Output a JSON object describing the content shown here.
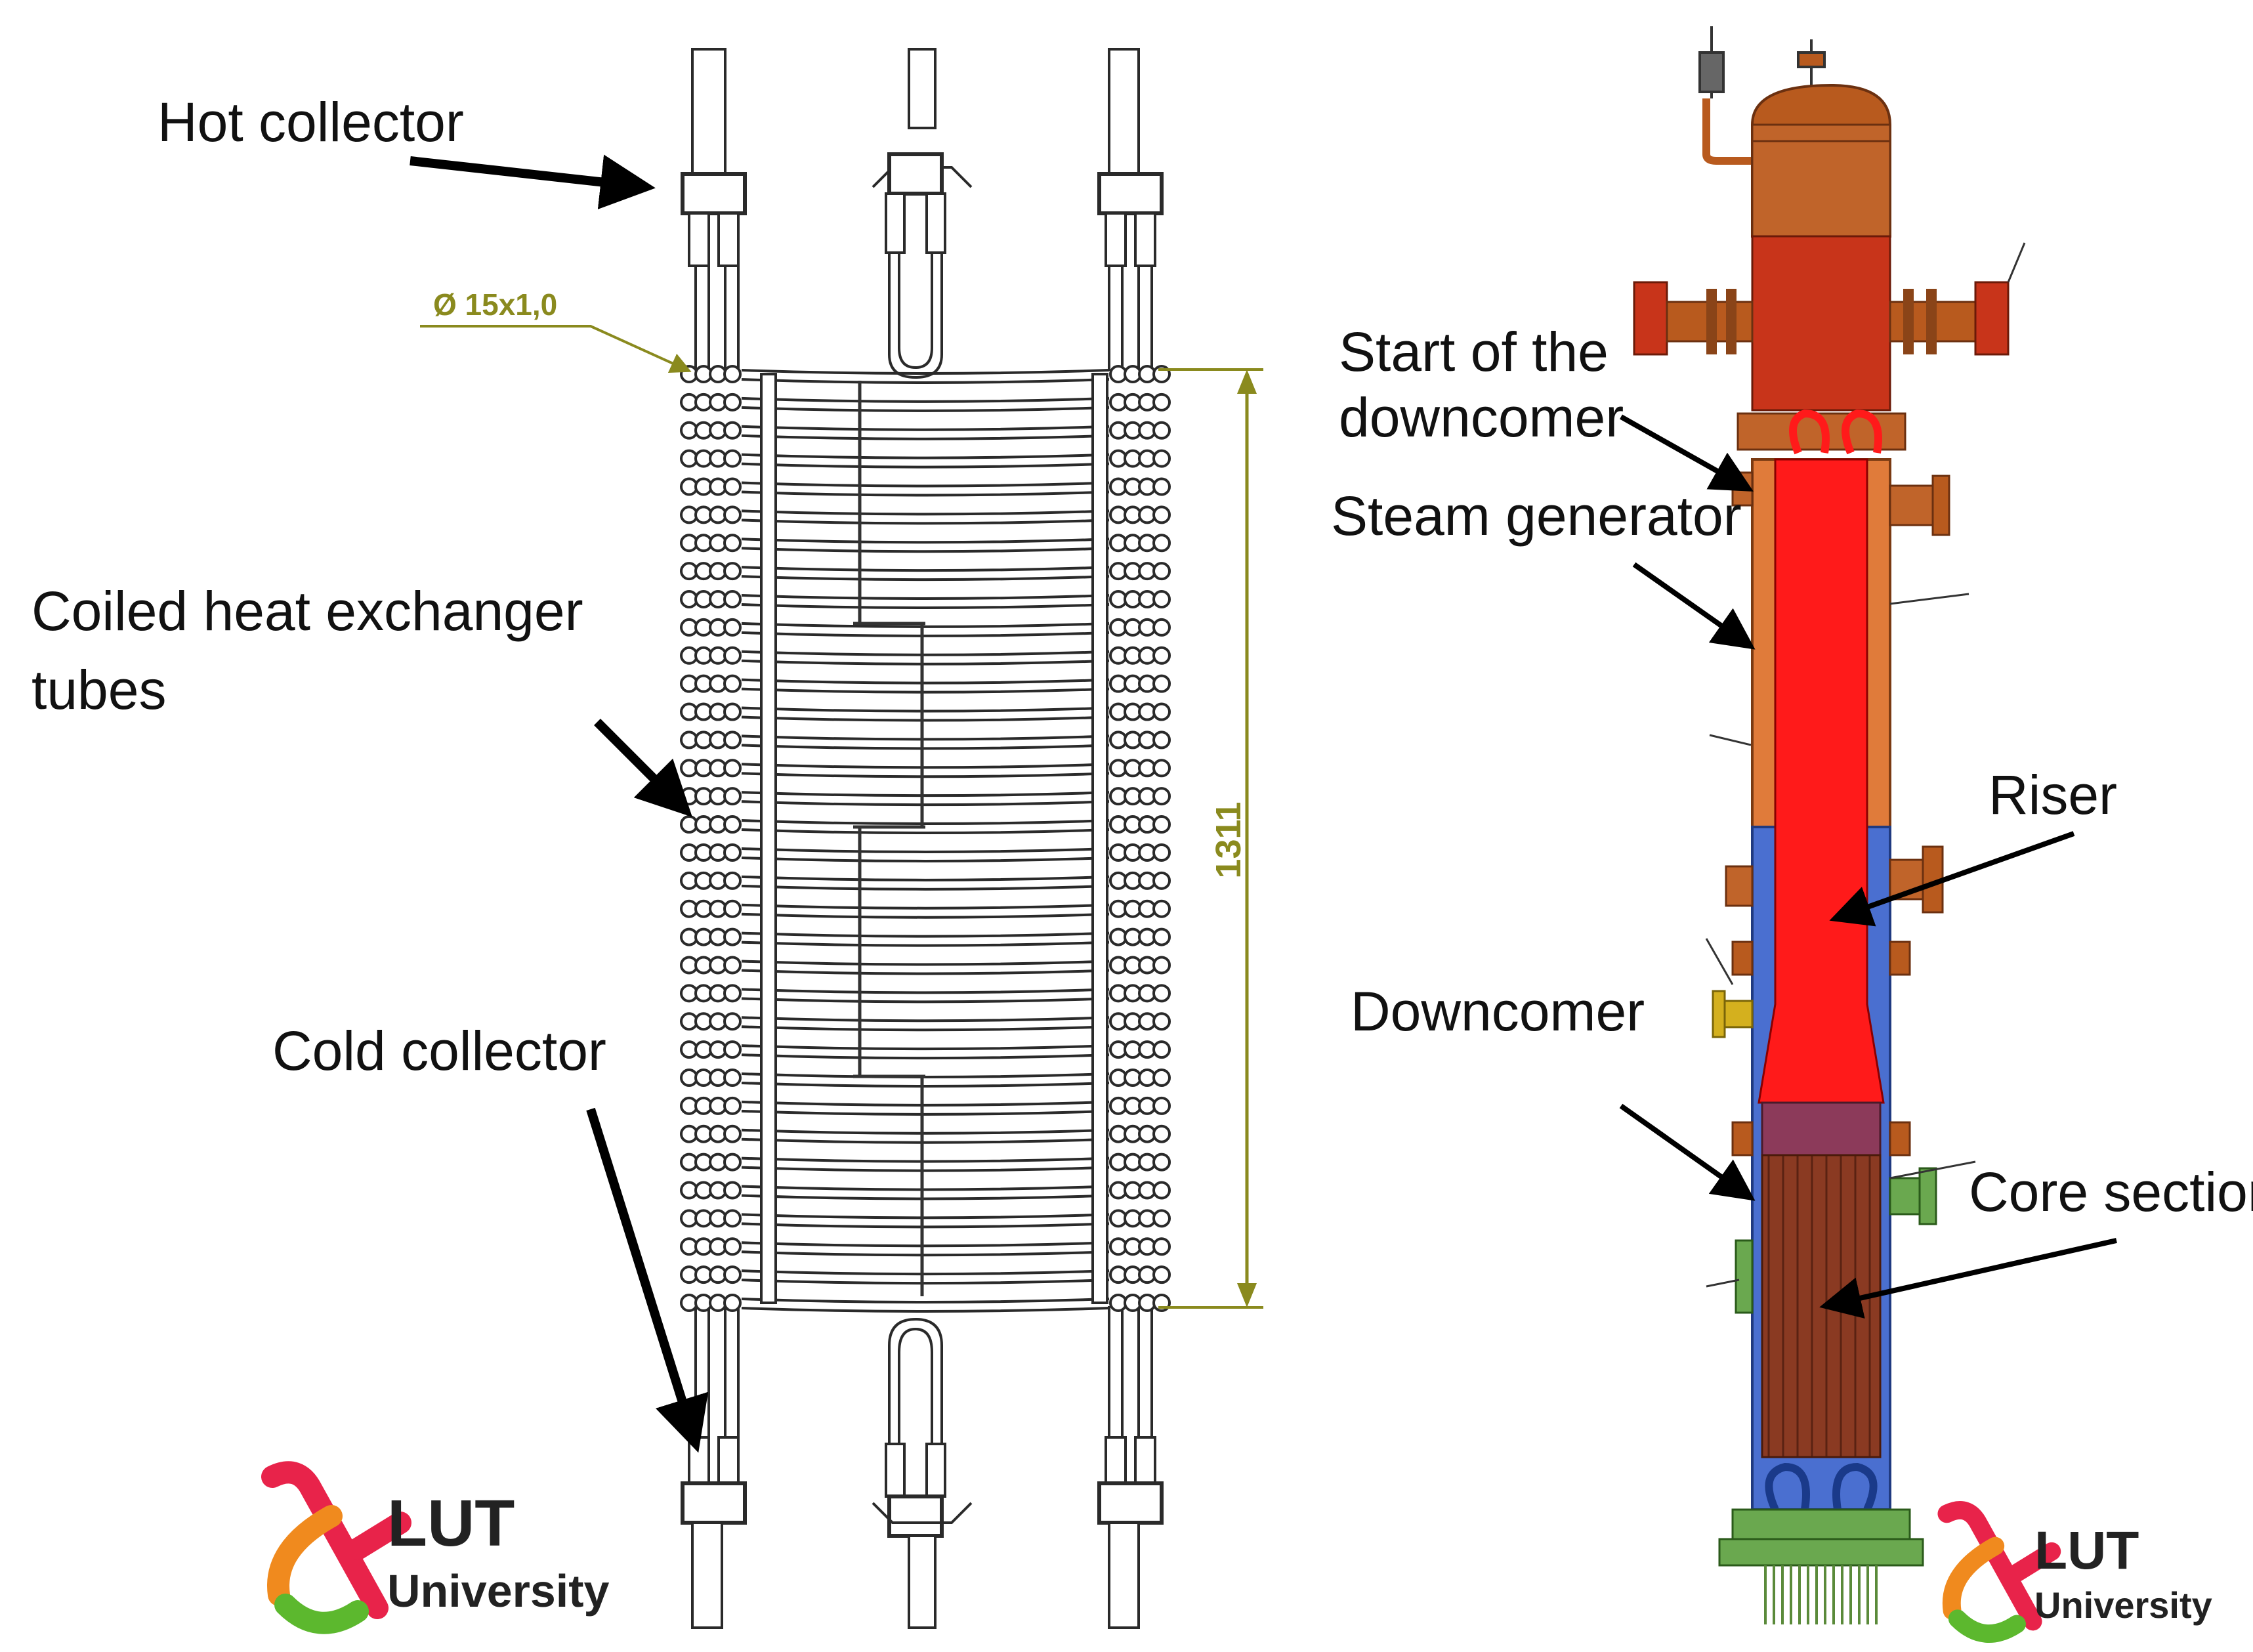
{
  "left_panel": {
    "labels": {
      "hot_collector": "Hot collector",
      "coiled_line1": "Coiled heat exchanger",
      "coiled_line2": "tubes",
      "cold_collector": "Cold collector"
    },
    "dimensions": {
      "tube_spec": "Ø 15x1,0",
      "height": "1311"
    },
    "tube_row_count": 34
  },
  "right_panel": {
    "labels": {
      "start_line1": "Start of the",
      "start_line2": "downcomer",
      "steam_generator": "Steam generator",
      "riser": "Riser",
      "downcomer": "Downcomer",
      "core_section": "Core section"
    },
    "colors": {
      "head_orange": "#b85a1e",
      "upper_red": "#c8341a",
      "riser_red": "#ff1a1a",
      "steam_gen_orange": "#e07b3a",
      "downcomer_blue": "#4a6fd0",
      "core_brown": "#8a3a22",
      "core_top_purple": "#8c3a5a",
      "base_green": "#6aa84f"
    }
  },
  "logos": {
    "brand": "LUT",
    "subtitle": "University"
  },
  "colors": {
    "dimension_olive": "#8a8a1e",
    "logo_red": "#e8234a",
    "logo_orange": "#f08a1e",
    "logo_green": "#5cb82e"
  }
}
